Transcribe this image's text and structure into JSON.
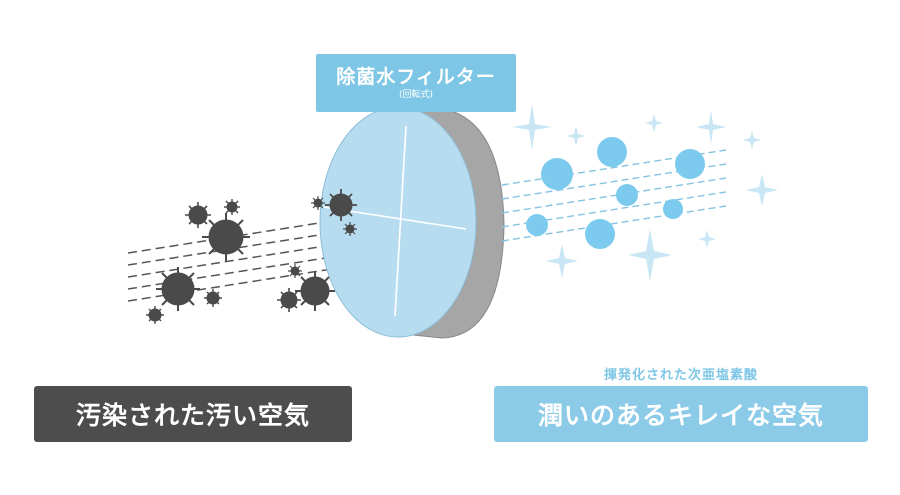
{
  "filter": {
    "title": "除菌水フィルター",
    "subtitle": "(回転式)"
  },
  "dirty_air": {
    "label": "汚染された汚い空気"
  },
  "clean_air": {
    "caption": "揮発化された次亜塩素酸",
    "label": "潤いのあるキレイな空気"
  },
  "colors": {
    "filter_face": "#b8dcef",
    "filter_edge": "#a6a6a6",
    "label_blue": "#7ec6e6",
    "label_dark": "#4d4d4d",
    "particle_dark": "#4a4a4a",
    "particle_clean": "#7ccbee",
    "sparkle": "#c9e6f5"
  }
}
